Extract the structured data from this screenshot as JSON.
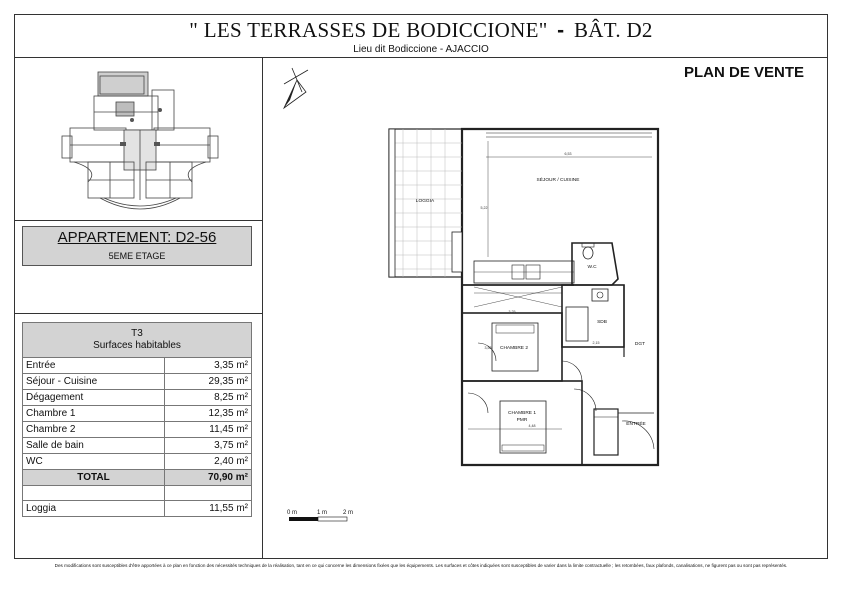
{
  "header": {
    "title_main": "\" LES TERRASSES DE BODICCIONE\"",
    "title_dash": "-",
    "title_building": "BÂT. D2",
    "subtitle": "Lieu dit Bodiccione - AJACCIO",
    "plan_label": "PLAN DE VENTE"
  },
  "apartment": {
    "title": "APPARTEMENT: D2-56",
    "floor": "5EME ETAGE"
  },
  "surfaces": {
    "type": "T3",
    "heading": "Surfaces habitables",
    "rows": [
      {
        "label": "Entrée",
        "value": "3,35 m²"
      },
      {
        "label": "Séjour - Cuisine",
        "value": "29,35 m²"
      },
      {
        "label": "Dégagement",
        "value": "8,25 m²"
      },
      {
        "label": "Chambre 1",
        "value": "12,35 m²"
      },
      {
        "label": "Chambre 2",
        "value": "11,45 m²"
      },
      {
        "label": "Salle de bain",
        "value": "3,75 m²"
      },
      {
        "label": "WC",
        "value": "2,40 m²"
      }
    ],
    "total_label": "TOTAL",
    "total_value": "70,90 m²",
    "loggia_label": "Loggia",
    "loggia_value": "11,55 m²"
  },
  "plan": {
    "rooms": {
      "loggia": "LOGGIA",
      "sejour": "SÉJOUR / CUISINE",
      "wc": "W.C",
      "sdb": "SDB",
      "chambre2": "CHAMBRE 2",
      "dgt": "DGT",
      "chambre1_a": "CHAMBRE 1",
      "chambre1_b": "PMR",
      "entree": "ENTRÉE"
    },
    "dimensions": {
      "sejour_width": "6,53",
      "sejour_height": "5,22",
      "ch2_width": "3,25",
      "ch2_height": "3,52",
      "ch1_width": "4,48",
      "sdb_width": "2,15"
    }
  },
  "scale": {
    "label_0": "0 m",
    "label_1": "1 m",
    "label_2": "2 m"
  },
  "footer": {
    "disclaimer": "Des modifications sont susceptibles d'être apportées à ce plan en fonction des nécessités techniques de la réalisation, tant en ce qui concerne les dimensions fixées que les équipements. Les surfaces et côtes indiquées sont susceptibles de varier dans la limite contractuelle ; les retombées, faux plafonds, canalisations, ne figurent pas ou sont pas représentés."
  }
}
